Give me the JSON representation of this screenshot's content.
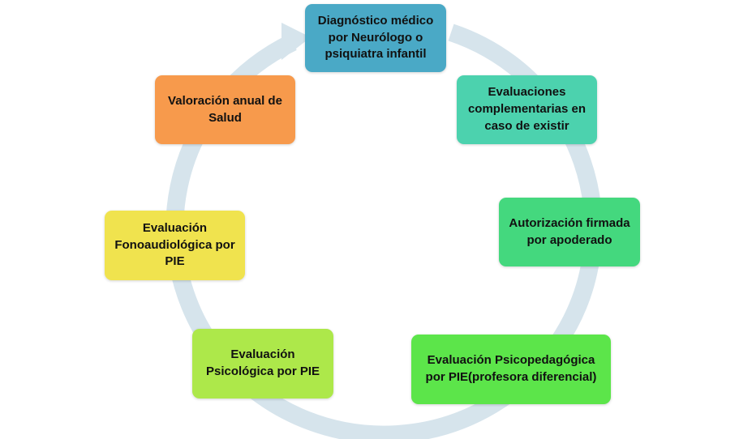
{
  "diagram": {
    "ring_color": "#d6e4ec",
    "steps": [
      {
        "text": "Diagnóstico médico por Neurólogo o psiquiatra infantil",
        "color": "#4aa9c6"
      },
      {
        "text": "Evaluaciones complementarias en caso de existir",
        "color": "#4cd2ae"
      },
      {
        "text": "Autorización firmada por apoderado",
        "color": "#44d87e"
      },
      {
        "text": "Evaluación Psicopedagógica por PIE(profesora diferencial)",
        "color": "#5ce54a"
      },
      {
        "text": "Evaluación Psicológica por PIE",
        "color": "#ade84a"
      },
      {
        "text": "Evaluación Fonoaudiológica por PIE",
        "color": "#f0e34e"
      },
      {
        "text": "Valoración anual de Salud",
        "color": "#f79a4c"
      }
    ]
  }
}
